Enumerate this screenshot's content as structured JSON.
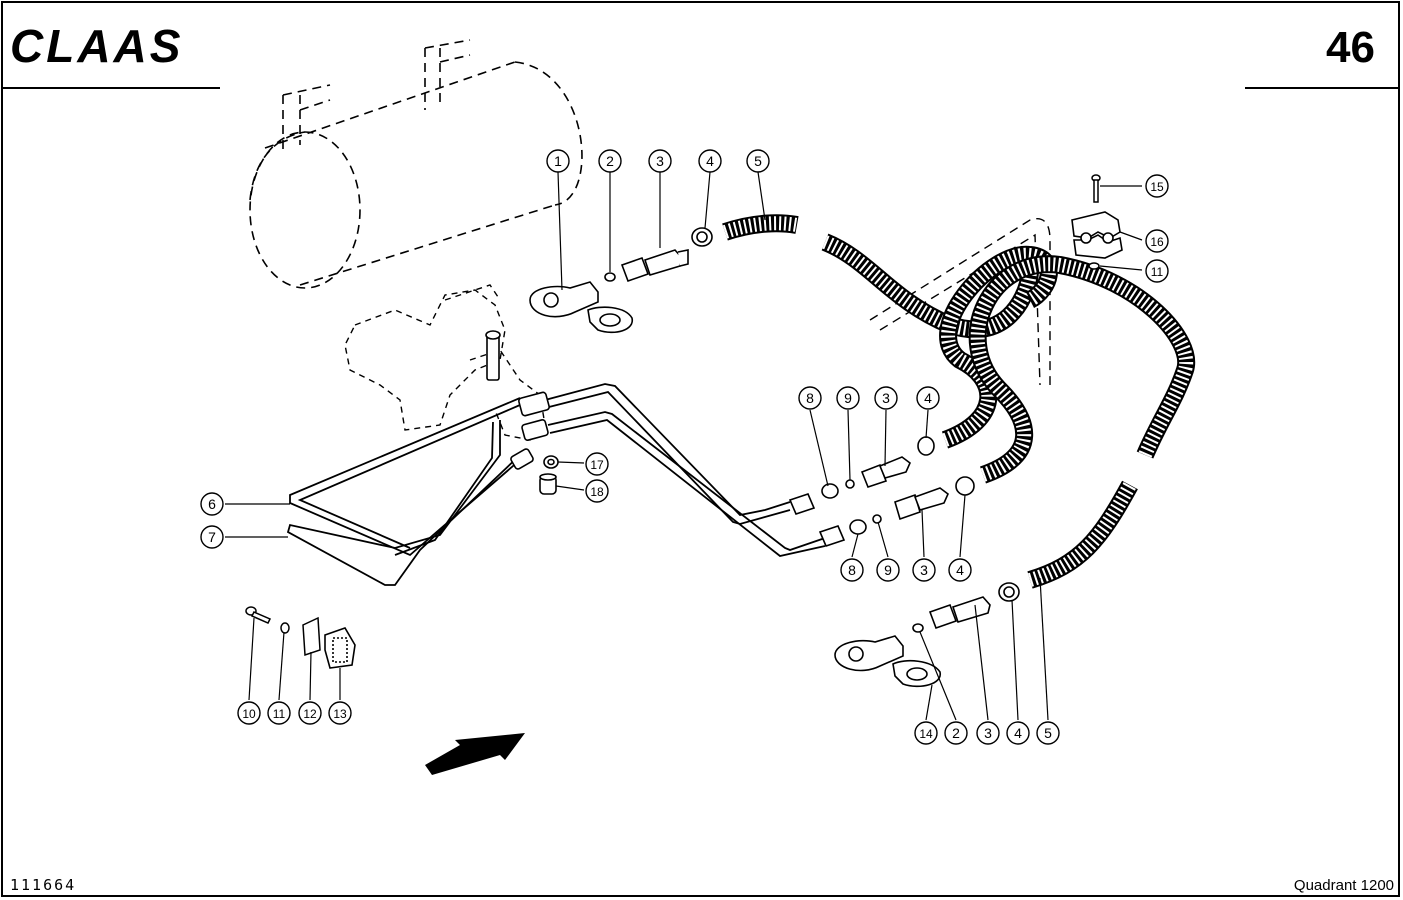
{
  "header": {
    "brand": "CLAAS",
    "page_number": "46"
  },
  "footer": {
    "drawing_number": "111664",
    "model": "Quadrant 1200"
  },
  "callouts": [
    {
      "label": "1"
    },
    {
      "label": "2"
    },
    {
      "label": "3"
    },
    {
      "label": "4"
    },
    {
      "label": "5"
    },
    {
      "label": "15"
    },
    {
      "label": "16"
    },
    {
      "label": "11"
    },
    {
      "label": "8"
    },
    {
      "label": "9"
    },
    {
      "label": "3"
    },
    {
      "label": "4"
    },
    {
      "label": "17"
    },
    {
      "label": "18"
    },
    {
      "label": "6"
    },
    {
      "label": "7"
    },
    {
      "label": "8"
    },
    {
      "label": "9"
    },
    {
      "label": "3"
    },
    {
      "label": "4"
    },
    {
      "label": "10"
    },
    {
      "label": "11"
    },
    {
      "label": "12"
    },
    {
      "label": "13"
    },
    {
      "label": "14"
    },
    {
      "label": "2"
    },
    {
      "label": "3"
    },
    {
      "label": "4"
    },
    {
      "label": "5"
    }
  ]
}
